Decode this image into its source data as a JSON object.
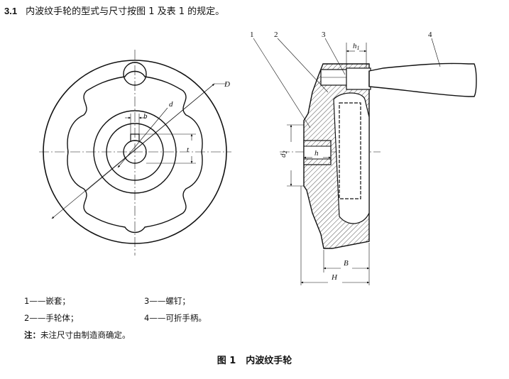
{
  "section": {
    "number": "3.1",
    "text": "内波纹手轮的型式与尺寸按图 1 及表 1 的规定。"
  },
  "drawing": {
    "part_numbers": [
      "1",
      "2",
      "3",
      "4"
    ],
    "dims": {
      "D": "D",
      "d": "d",
      "b": "b",
      "t": "t",
      "d2": "d",
      "d2_sub": "2",
      "h": "h",
      "h1": "h",
      "h1_sub": "1",
      "B": "B",
      "H": "H"
    }
  },
  "legend": [
    {
      "id": "1",
      "text": "1——嵌套；"
    },
    {
      "id": "2",
      "text": "2——手轮体；"
    },
    {
      "id": "3",
      "text": "3——螺钉；"
    },
    {
      "id": "4",
      "text": "4——可折手柄。"
    }
  ],
  "note": {
    "label": "注：",
    "text": "未注尺寸由制造商确定。"
  },
  "caption": {
    "number": "图 1",
    "title": "内波纹手轮"
  }
}
